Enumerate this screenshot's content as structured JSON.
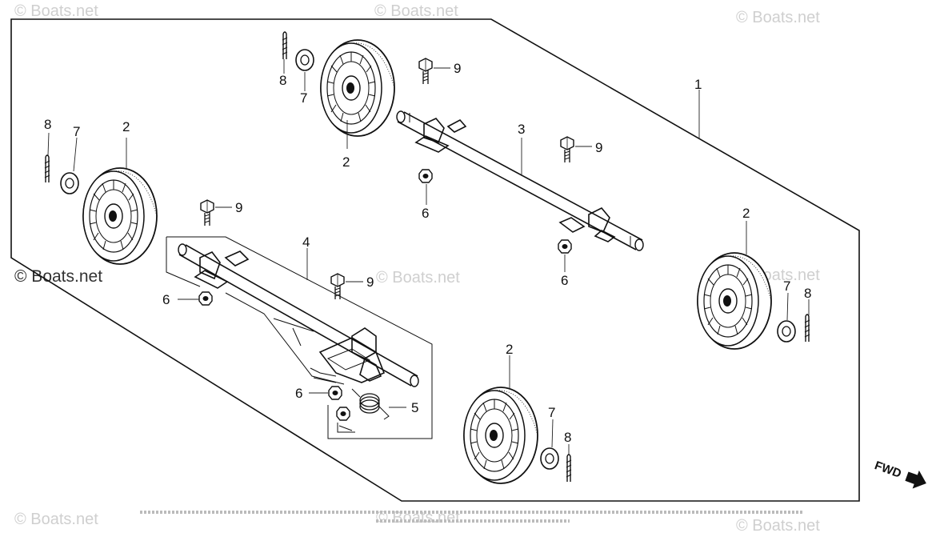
{
  "watermarks": {
    "main": "© Boats.net",
    "faint": "© Boats.net"
  },
  "callouts": {
    "c1": "1",
    "c2a": "2",
    "c2b": "2",
    "c2c": "2",
    "c2d": "2",
    "c3": "3",
    "c4": "4",
    "c5": "5",
    "c6a": "6",
    "c6b": "6",
    "c6c": "6",
    "c6d": "6",
    "c7a": "7",
    "c7b": "7",
    "c7c": "7",
    "c7d": "7",
    "c8a": "8",
    "c8b": "8",
    "c8c": "8",
    "c8d": "8",
    "c9a": "9",
    "c9b": "9",
    "c9c": "9",
    "c9d": "9"
  },
  "direction_label": "FWD",
  "colors": {
    "line": "#111111",
    "watermark": "#cfcfcf",
    "background": "#ffffff"
  },
  "icons": {
    "direction": "arrow-right-icon"
  }
}
